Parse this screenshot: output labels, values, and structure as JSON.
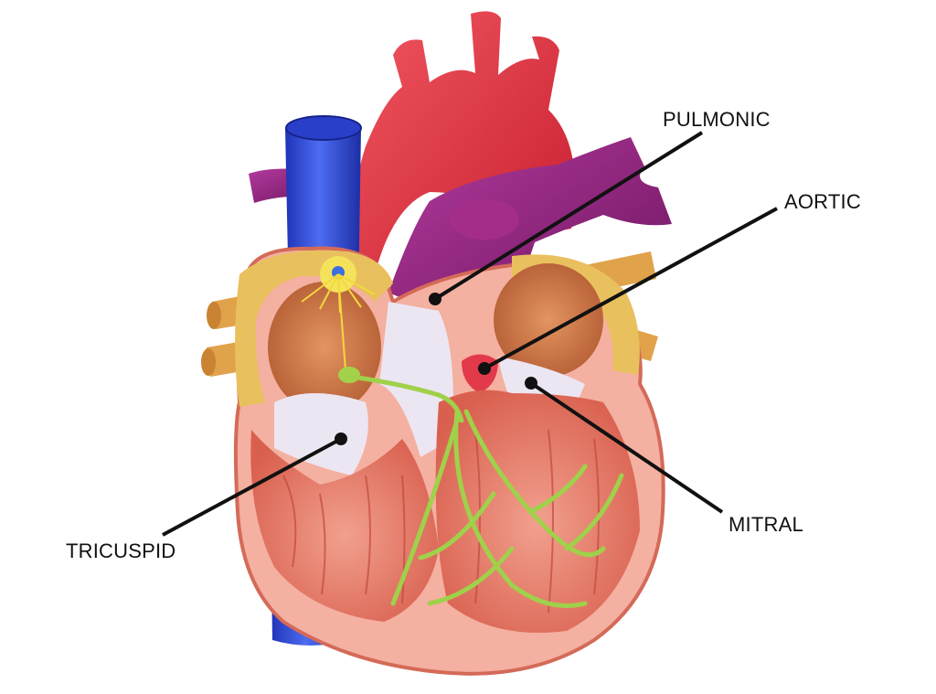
{
  "labels": {
    "pulmonic": "PULMONIC",
    "aortic": "AORTIC",
    "mitral": "MITRAL",
    "tricuspid": "TRICUSPID"
  },
  "colors": {
    "aorta": "#e2303f",
    "superior_vena_cava": "#2f46d8",
    "pulmonary": "#8e1f78",
    "myocardium": "#e7826f",
    "atrium": "#c9693f",
    "fat": "#e0b14a",
    "conduction": "#9fd14a",
    "valve": "#ece6f2",
    "leader_line": "#111111"
  }
}
